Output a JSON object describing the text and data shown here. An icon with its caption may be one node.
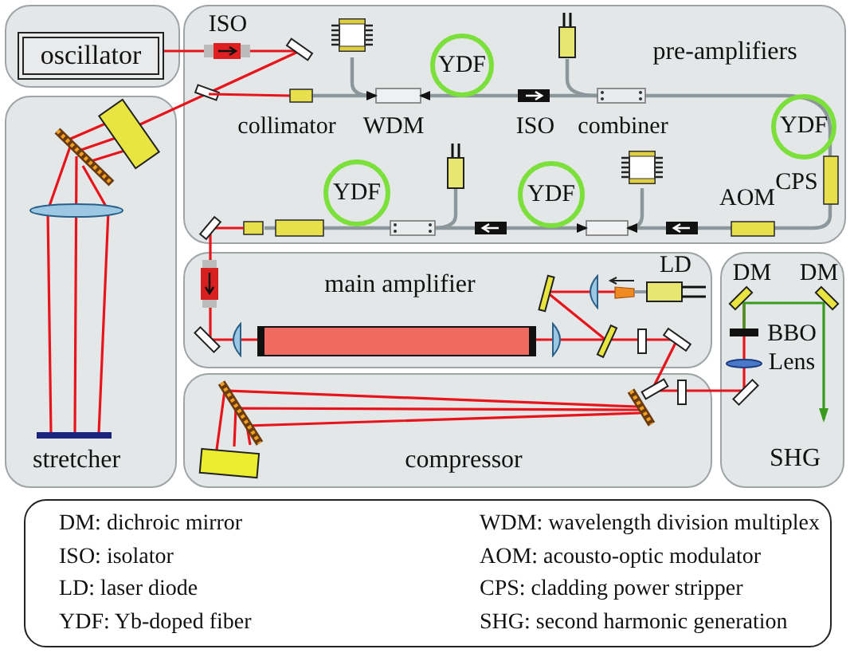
{
  "diagram": {
    "nodes": [
      {
        "text": [],
        "shape": "box"
      },
      {
        "text": [
          "oscillator"
        ],
        "in": 0
      },
      {
        "text": [
          "pre-amplifiers"
        ]
      },
      {
        "text": [
          "YDF"
        ],
        "in": 2
      },
      {
        "text": [
          "YDF"
        ],
        "in": 2
      },
      {
        "text": [
          "YDF"
        ],
        "in": 2
      },
      {
        "text": [
          "YDF"
        ],
        "in": 2
      },
      {
        "text": [
          "stretcher"
        ]
      },
      {
        "text": [
          "main amplifier"
        ]
      },
      {
        "text": [
          "compressor"
        ]
      },
      {
        "text": [
          "SHG"
        ]
      },
      {
        "text": [
          "DM: dichroic mirror",
          "WDM: wavelength division multiplex",
          "ISO: isolator",
          "AOM: acousto-optic modulator",
          "LD: laser diode",
          "CPS: cladding power stripper",
          "YDF: Yb-doped fiber",
          "SHG: second harmonic generation"
        ]
      }
    ],
    "labels": [
      "ISO",
      "collimator",
      "WDM",
      "ISO",
      "combiner",
      "CPS",
      "AOM",
      "LD",
      "DM",
      "DM",
      "BBO",
      "Lens"
    ]
  }
}
